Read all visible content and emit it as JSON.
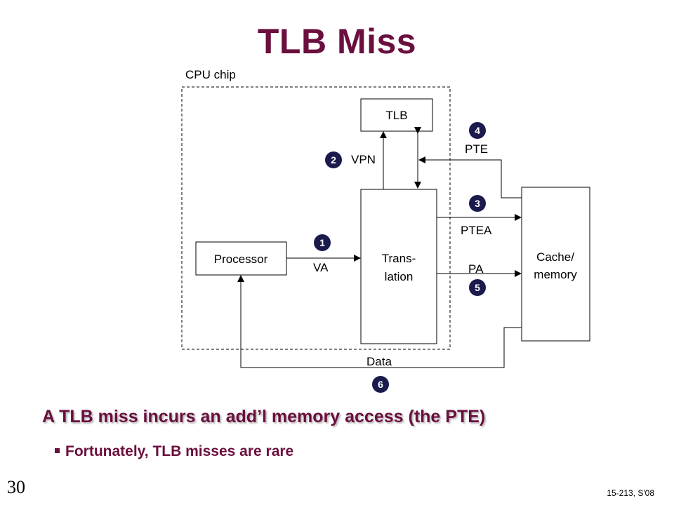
{
  "slide": {
    "title": "TLB Miss",
    "slide_number": "30",
    "footer": "15-213, S'08"
  },
  "diagram": {
    "region_label": "CPU chip",
    "boxes": {
      "tlb": "TLB",
      "processor": "Processor",
      "translation_line1": "Trans-",
      "translation_line2": "lation",
      "cache_line1": "Cache/",
      "cache_line2": "memory"
    },
    "signals": {
      "va": "VA",
      "vpn": "VPN",
      "pte": "PTE",
      "ptea": "PTEA",
      "pa": "PA",
      "data": "Data"
    },
    "steps": [
      "1",
      "2",
      "3",
      "4",
      "5",
      "6"
    ],
    "colors": {
      "step_circle": "#1a1a4d",
      "title": "#6a0f3e"
    }
  },
  "bullets": {
    "main": "A TLB miss incurs an add’l memory access (the PTE)",
    "sub": "Fortunately, TLB misses are rare"
  }
}
